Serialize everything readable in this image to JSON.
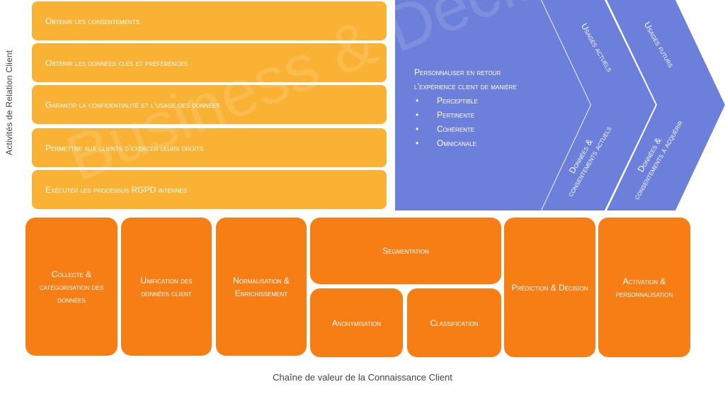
{
  "side_label": "Activités de Relation Client",
  "bottom_label": "Chaîne de valeur de la Connaissance Client",
  "activities": [
    "Obtenir les consentements",
    "Obtenir les données clés et préférences",
    "Garantir la confidentialité et l’usage des données",
    "Permettre aux clients d’exercer leurs droits",
    "Exécuter les processus RGPD internes"
  ],
  "personalize": {
    "line1": "Personnaliser en retour",
    "line2": "l’expérience client de manière",
    "bullets": [
      "Perceptible",
      "Pertinente",
      "Cohérente",
      "Omnicanale"
    ]
  },
  "chevron1": {
    "top": "Usages actuels",
    "bottom_line1": "Données &",
    "bottom_line2": "consentements actuels"
  },
  "chevron2": {
    "top": "Usages futurs",
    "bottom_line1": "Données &",
    "bottom_line2": "consentements à acquérir"
  },
  "chain": {
    "collecte": "Collecte & catégorisation des données",
    "unification": "Unification des données client",
    "normalisation": "Normalisation & Enrichissement",
    "segmentation": "Segmentation",
    "anonymisation": "Anonymisation",
    "classification": "Classification",
    "prediction": "Prédiction & Décision",
    "activation": "Activation & personnalisation"
  },
  "watermark": "Business & Decision",
  "colors": {
    "yellow": "#F9B233",
    "orange": "#F77D15",
    "blue": "#6C7FDA"
  }
}
